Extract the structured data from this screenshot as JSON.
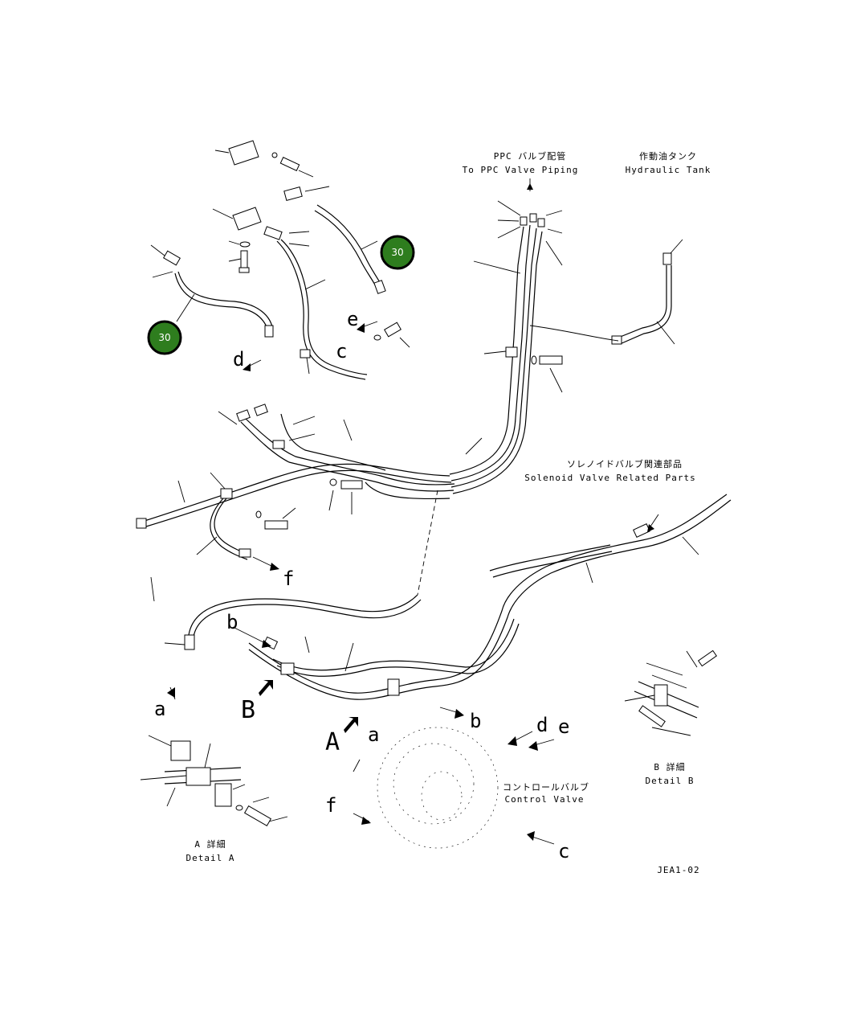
{
  "callouts": [
    {
      "label": "30",
      "color": "#2e7d1e"
    },
    {
      "label": "30",
      "color": "#2e7d1e"
    }
  ],
  "captions": {
    "ppc_jp": "PPC バルブ配管",
    "ppc_en": "To PPC Valve Piping",
    "tank_jp": "作動油タンク",
    "tank_en": "Hydraulic Tank",
    "solenoid_jp": "ソレノイドバルブ関連部品",
    "solenoid_en": "Solenoid Valve Related Parts",
    "control_jp": "コントロールバルブ",
    "control_en": "Control Valve",
    "detail_a_jp": "A 詳細",
    "detail_a_en": "Detail A",
    "detail_b_jp": "B 詳細",
    "detail_b_en": "Detail B",
    "drawing_no": "JEA1-02"
  },
  "letters": {
    "a1": "a",
    "b1": "b",
    "c1": "c",
    "d1": "d",
    "e1": "e",
    "f1": "f",
    "a2": "a",
    "b2": "b",
    "c2": "c",
    "d2": "d",
    "e2": "e",
    "f2": "f",
    "A": "A",
    "B": "B"
  }
}
